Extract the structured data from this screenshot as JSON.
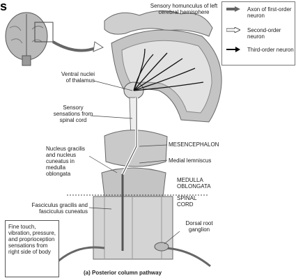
{
  "figure_letter": "s",
  "legend": {
    "items": [
      {
        "label": "Axon of first-order neuron",
        "style": "gray-arrow"
      },
      {
        "label": "Second-order neuron",
        "style": "outline-arrow"
      },
      {
        "label": "Third-order neuron",
        "style": "black-arrow"
      }
    ]
  },
  "labels": {
    "homunculus": "Sensory homunculus of left cerebral hemisphere",
    "thalamus": "Ventral nuclei of thalamus",
    "sensory_sensations": "Sensory sensations from spinal cord",
    "mesencephalon": "MESENCEPHALON",
    "nucleus_gracilis": "Nucleus gracilis and nucleus cuneatus in medulla oblongata",
    "medial_lemniscus": "Medial lemniscus",
    "medulla": "MEDULLA OBLONGATA",
    "spinal_cord": "SPINAL CORD",
    "fasciculus": "Fasciculus gracilis and fasciculus cuneatus",
    "dorsal_root": "Dorsal root ganglion",
    "fine_touch": "Fine touch, vibration, pressure, and proprioception sensations from right side of body"
  },
  "caption": "(a) Posterior column pathway"
}
